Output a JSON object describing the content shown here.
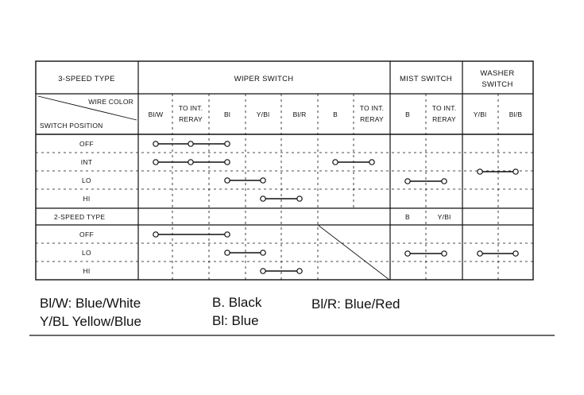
{
  "table": {
    "header": {
      "type_label": "3-SPEED TYPE",
      "wiper_switch": "WIPER SWITCH",
      "mist_switch": "MIST SWITCH",
      "washer_switch_line1": "WASHER",
      "washer_switch_line2": "SWITCH"
    },
    "corner": {
      "wire_color": "WIRE COLOR",
      "switch_position": "SWITCH POSITION"
    },
    "columns": [
      {
        "l1": "Bl/W",
        "l2": ""
      },
      {
        "l1": "TO INT.",
        "l2": "RERAY"
      },
      {
        "l1": "Bl",
        "l2": ""
      },
      {
        "l1": "Y/Bl",
        "l2": ""
      },
      {
        "l1": "Bl/R",
        "l2": ""
      },
      {
        "l1": "B",
        "l2": ""
      },
      {
        "l1": "TO INT.",
        "l2": "RERAY"
      },
      {
        "l1": "B",
        "l2": ""
      },
      {
        "l1": "TO INT.",
        "l2": "RERAY"
      },
      {
        "l1": "Y/Bl",
        "l2": ""
      },
      {
        "l1": "Bl/B",
        "l2": ""
      }
    ],
    "three_speed_rows": [
      "OFF",
      "INT",
      "LO",
      "HI"
    ],
    "two_speed": {
      "type_label": "2-SPEED TYPE",
      "mist_col_a": "B",
      "mist_col_b": "Y/Bl",
      "rows": [
        "OFF",
        "LO",
        "HI"
      ]
    }
  },
  "legend": {
    "blw": "Bl/W: Blue/White",
    "ybl": "Y/BL Yellow/Blue",
    "b": "B. Black",
    "bl": "Bl: Blue",
    "blr": "Bl/R: Blue/Red"
  }
}
